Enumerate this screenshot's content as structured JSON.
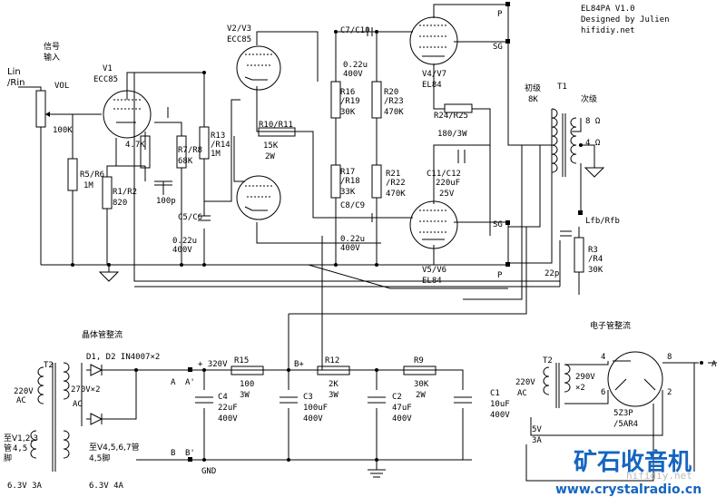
{
  "header": {
    "model": "EL84PA V1.0",
    "designer": "Designed by Julien",
    "site": "hifidiy.net"
  },
  "inputs": {
    "lin": "Lin",
    "rin": "/Rin",
    "signal": "信号",
    "input": "输入",
    "vol": "VOL",
    "vol_value": "100K"
  },
  "tubes": {
    "v1": {
      "name": "V1",
      "type": "ECC85"
    },
    "v23": {
      "name": "V2/V3",
      "type": "ECC85"
    },
    "v47": {
      "name": "V4/V7",
      "type": "EL84"
    },
    "v56": {
      "name": "V5/V6",
      "type": "EL84"
    }
  },
  "parts": {
    "r56": [
      "R5/R6",
      "1M"
    ],
    "r12": [
      "R1/R2",
      "820"
    ],
    "r4k7": "4.7K",
    "r78": [
      "R7/R8",
      "68K"
    ],
    "c100p": "100p",
    "r1314": [
      "R13",
      "/R14",
      "1M"
    ],
    "c56": [
      "C5/C6",
      "0.22u",
      "400V"
    ],
    "r1011": [
      "R10/R11",
      "15K",
      "2W"
    ],
    "c710": [
      "C7/C10",
      "0.22u",
      "400V"
    ],
    "c89": [
      "C8/C9",
      "0.22u",
      "400V"
    ],
    "r1619": [
      "R16",
      "/R19",
      "30K"
    ],
    "r1718": [
      "R17",
      "/R18",
      "33K"
    ],
    "r2023": [
      "R20",
      "/R23",
      "470K"
    ],
    "r2122": [
      "R21",
      "/R22",
      "470K"
    ],
    "r2425": [
      "R24/R25",
      "180/3W"
    ],
    "c1112": [
      "C11/C12",
      "220uF",
      "25V"
    ],
    "c22p": "22p",
    "r34": [
      "R3",
      "/R4",
      "30K"
    ]
  },
  "labels": {
    "p": "P",
    "sg": "SG",
    "primary": "初级",
    "primary_val": "8K",
    "t1": "T1",
    "secondary": "次级",
    "ohm8": "8 Ω",
    "ohm4": "4 Ω",
    "lfb": "Lfb/Rfb"
  },
  "psu": {
    "title_solid": "晶体管整流",
    "title_tube": "电子管整流",
    "diodes": "D1, D2  IN4007×2",
    "t2": "T2",
    "ac220": [
      "220V",
      "AC"
    ],
    "sec270": "270V×2",
    "ac": "AC",
    "fil_v123": [
      "至V1,2,3",
      "管",
      "4,5",
      "脚"
    ],
    "fil_v4567": [
      "至V4,5,6,7管",
      "4,5脚"
    ],
    "v63_3a": "6.3V 3A",
    "v63_4a": "6.3V 4A",
    "node_a": "A",
    "node_a2": "A'",
    "node_b": "B",
    "node_b2": "B'",
    "v320": "+ 320V",
    "bplus": "B+",
    "gnd": "GND",
    "r15": [
      "R15",
      "100",
      "3W"
    ],
    "r12": [
      "R12",
      "2K",
      "3W"
    ],
    "r9": [
      "R9",
      "30K",
      "2W"
    ],
    "c4": [
      "C4",
      "22uF",
      "400V"
    ],
    "c3": [
      "C3",
      "100uF",
      "400V"
    ],
    "c2": [
      "C2",
      "47uF",
      "400V"
    ],
    "c1": [
      "C1",
      "10uF",
      "400V"
    ],
    "tube_t2": "T2",
    "tube_ac": [
      "220V",
      "AC"
    ],
    "tube_sec": [
      "290V",
      "×2"
    ],
    "fil5v": [
      "5V",
      "3A"
    ],
    "rect": [
      "5Z3P",
      "/5AR4"
    ],
    "pin4": "4",
    "pin6": "6",
    "pin8": "8",
    "pin2": "2",
    "out_a": "A"
  },
  "logo": {
    "cn": "矿石收音机",
    "url": "www.crystalradio.cn",
    "watermark": "hifidiy.net"
  }
}
